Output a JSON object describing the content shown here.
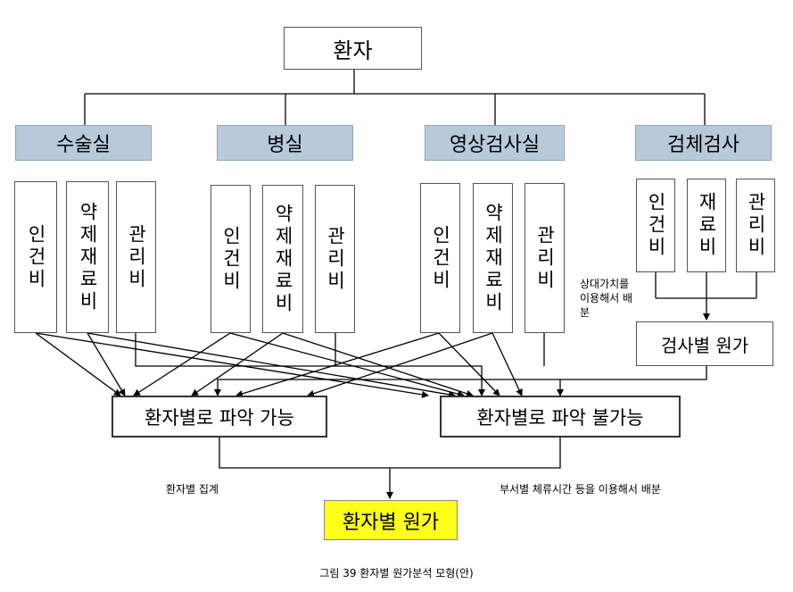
{
  "root": "환자",
  "departments": [
    {
      "name": "수술실",
      "items": [
        "인건비",
        "약제재료비",
        "관리비"
      ]
    },
    {
      "name": "병실",
      "items": [
        "인건비",
        "약제재료비",
        "관리비"
      ]
    },
    {
      "name": "영상검사실",
      "items": [
        "인건비",
        "약제재료비",
        "관리비"
      ]
    },
    {
      "name": "검체검사",
      "items": [
        "인건비",
        "재료비",
        "관리비"
      ]
    }
  ],
  "lab_note": "상대가치를\n이용해서 배\n분",
  "lab_result": "검사별 원가",
  "traceable": "환자별로 파악 가능",
  "untraceable": "환자별로 파악 불가능",
  "note_left": "환자별 집계",
  "note_right": "부서별 체류시간 등을 이용해서 배분",
  "final": "환자별 원가",
  "caption": "그림 39 환자별 원가분석 모형(안)"
}
